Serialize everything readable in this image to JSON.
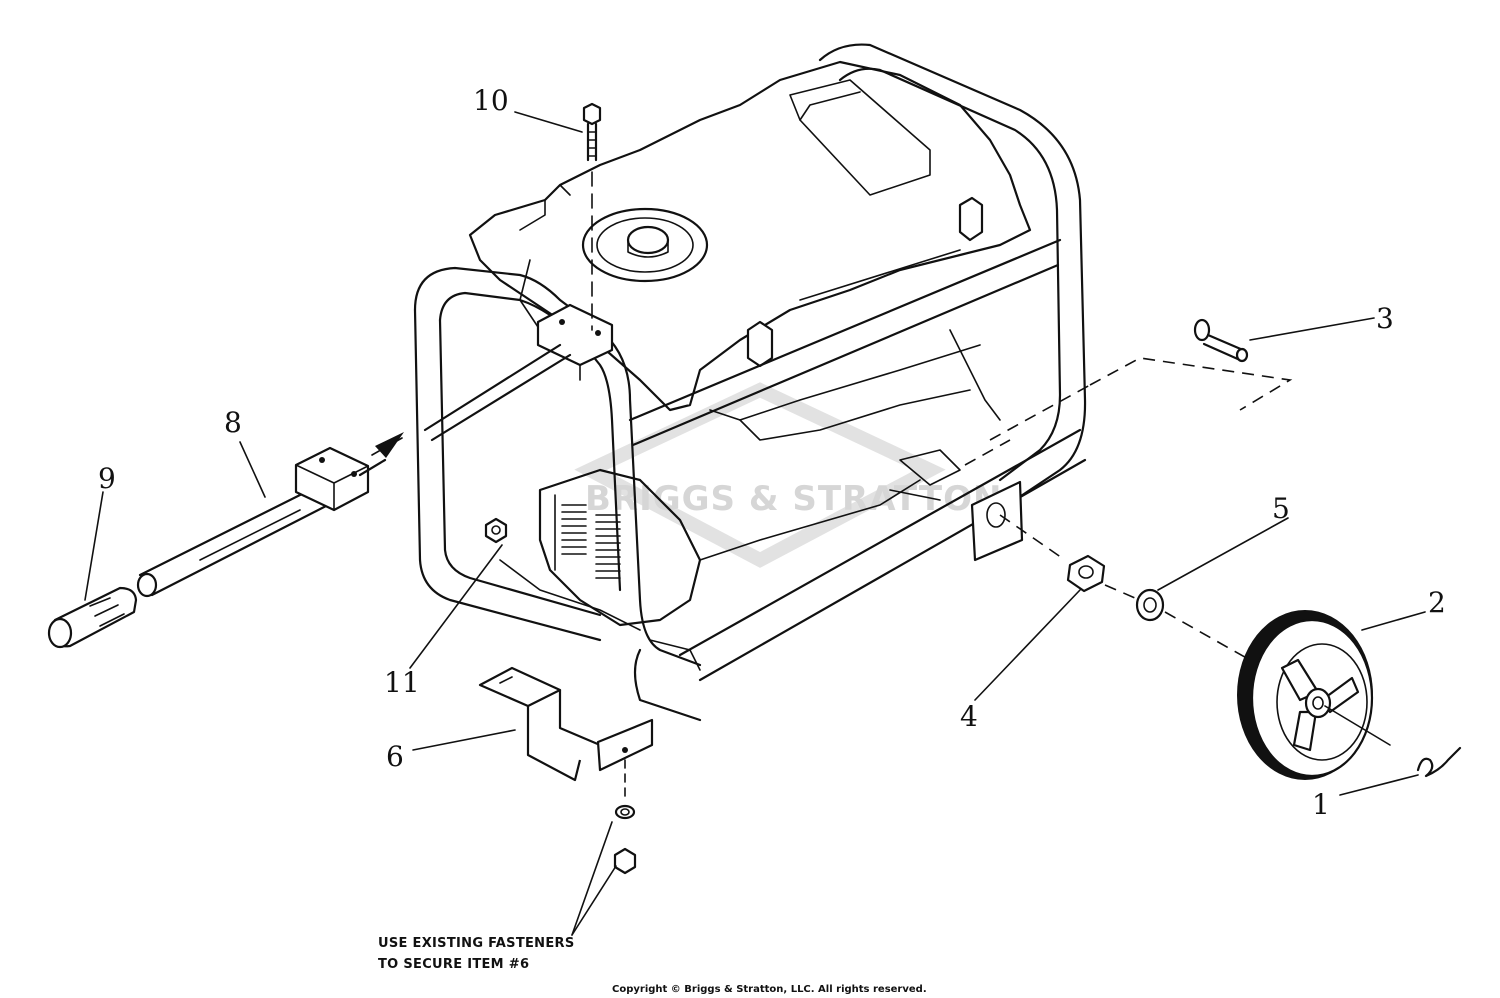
{
  "callouts": [
    {
      "id": "1",
      "label": "1"
    },
    {
      "id": "2",
      "label": "2"
    },
    {
      "id": "3",
      "label": "3"
    },
    {
      "id": "4",
      "label": "4"
    },
    {
      "id": "5",
      "label": "5"
    },
    {
      "id": "6",
      "label": "6"
    },
    {
      "id": "8",
      "label": "8"
    },
    {
      "id": "9",
      "label": "9"
    },
    {
      "id": "10",
      "label": "10"
    },
    {
      "id": "11",
      "label": "11"
    }
  ],
  "note": {
    "line1": "USE EXISTING FASTENERS",
    "line2": "TO SECURE ITEM #6"
  },
  "watermark": "BRIGGS & STRATTON",
  "copyright": "Copyright © Briggs & Stratton, LLC. All rights reserved."
}
